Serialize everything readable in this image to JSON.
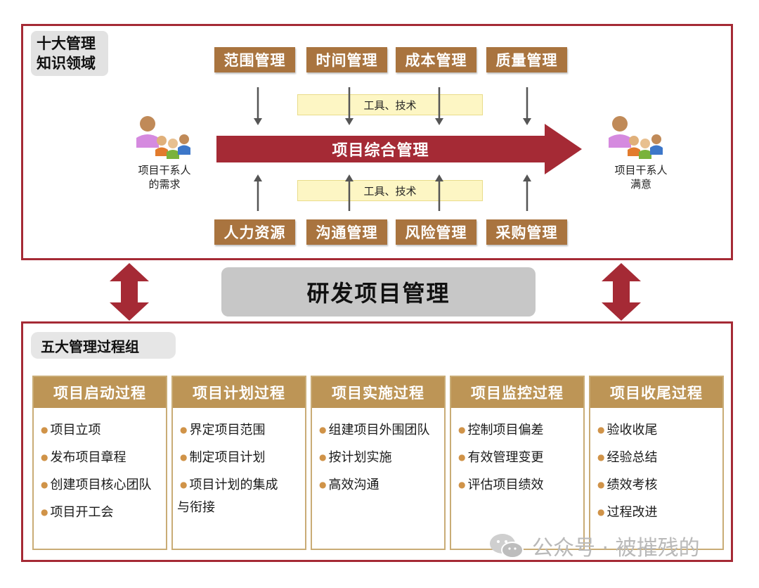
{
  "top": {
    "tag_line1": "十大管理",
    "tag_line2": "知识领域",
    "top_areas": [
      "范围管理",
      "时间管理",
      "成本管理",
      "质量管理"
    ],
    "bottom_areas": [
      "人力资源",
      "沟通管理",
      "风险管理",
      "采购管理"
    ],
    "tools_label": "工具、技术",
    "integration": "项目综合管理",
    "stake_left_line1": "项目干系人",
    "stake_left_line2": "的需求",
    "stake_right_line1": "项目干系人",
    "stake_right_line2": "满意"
  },
  "center": {
    "title": "研发项目管理"
  },
  "bottom": {
    "tag": "五大管理过程组",
    "groups": [
      {
        "title": "项目启动过程",
        "items": [
          "项目立项",
          "发布项目章程",
          "创建项目核心团队",
          "项目开工会"
        ]
      },
      {
        "title": "项目计划过程",
        "items": [
          "界定项目范围",
          "制定项目计划",
          "项目计划的集成"
        ],
        "continuation": "与衔接"
      },
      {
        "title": "项目实施过程",
        "items": [
          "组建项目外围团队",
          "按计划实施",
          "高效沟通"
        ]
      },
      {
        "title": "项目监控过程",
        "items": [
          "控制项目偏差",
          "有效管理变更",
          "评估项目绩效"
        ]
      },
      {
        "title": "项目收尾过程",
        "items": [
          "验收收尾",
          "经验总结",
          "绩效考核",
          "过程改进"
        ]
      }
    ]
  },
  "watermark": "公众号 · 被摧残的",
  "colors": {
    "frame": "#a52a35",
    "area_box": "#a9743f",
    "group_head": "#bd9556",
    "arrow": "#a52a35"
  }
}
